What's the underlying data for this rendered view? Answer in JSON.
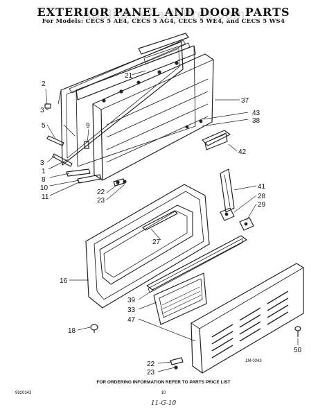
{
  "header": {
    "title": "EXTERIOR PANEL AND DOOR PARTS",
    "subtitle": "For Models: CECS 5 AE4, CECS 5 AG4, CECS 5 WE4, and CECS 5 WS4",
    "watermark": "AppliancePartsPros.com"
  },
  "callouts": [
    "2",
    "3",
    "5",
    "3",
    "1",
    "8",
    "10",
    "11",
    "9",
    "21",
    "37",
    "43",
    "38",
    "42",
    "22",
    "23",
    "41",
    "28",
    "29",
    "27",
    "16",
    "39",
    "33",
    "47",
    "18",
    "22",
    "23",
    "50"
  ],
  "figure_code": "1M-0343",
  "footer": {
    "ordering_note": "FOR ORDERING INFORMATION REFER TO PARTS PRICE LIST",
    "doc_number": "9820343",
    "page_number": "10",
    "handwritten_date": "11-G-10"
  }
}
